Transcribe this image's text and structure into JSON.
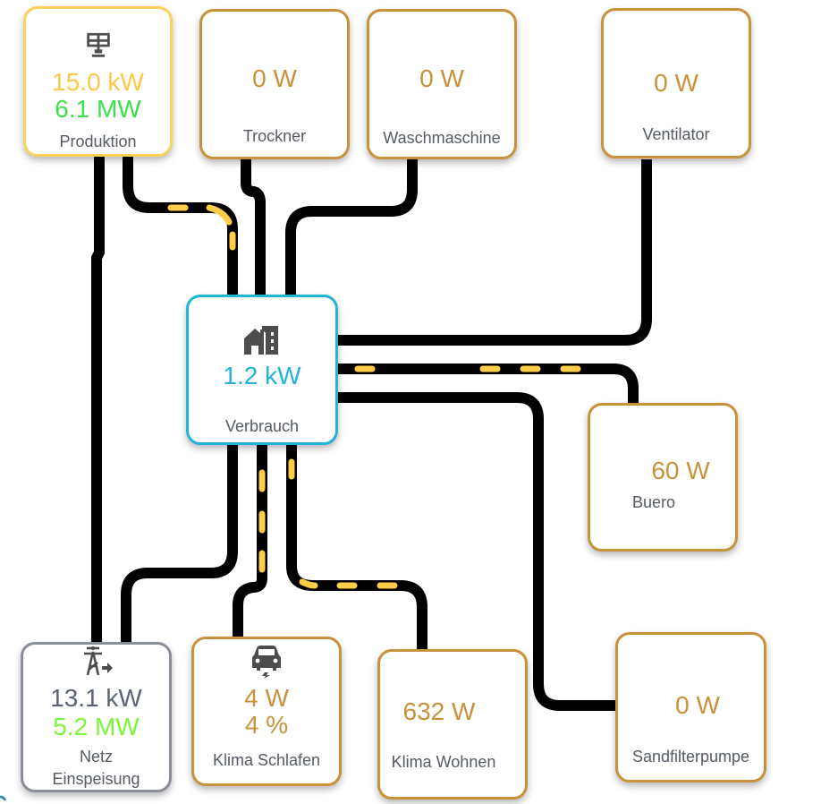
{
  "colors": {
    "line": "#000000",
    "flow_dash": "#ffcd47",
    "consumer_border": "#c8923a",
    "production_border": "#fdd15c",
    "home_border": "#23b2d8",
    "grid_border": "#8a8f99"
  },
  "production": {
    "icon": "solar-panel-icon",
    "power": "15.0 kW",
    "energy": "6.1 MW",
    "label": "Produktion"
  },
  "home": {
    "icon": "home-building-icon",
    "power": "1.2 kW",
    "label": "Verbrauch"
  },
  "grid": {
    "icon": "transmission-tower-export-icon",
    "power": "13.1 kW",
    "energy": "5.2 MW",
    "label_line1": "Netz",
    "label_line2": "Einspeisung"
  },
  "consumers": {
    "trockner": {
      "power": "0 W",
      "label": "Trockner"
    },
    "waschmaschine": {
      "power": "0 W",
      "label": "Waschmaschine"
    },
    "ventilator": {
      "power": "0 W",
      "label": "Ventilator"
    },
    "buero": {
      "power": "60 W",
      "label": "Buero"
    },
    "sandfilterpumpe": {
      "power": "0 W",
      "label": "Sandfilterpumpe"
    },
    "klima_wohnen": {
      "power": "632 W",
      "label": "Klima Wohnen"
    },
    "klima_schlafen": {
      "icon": "car-electric-icon",
      "power": "4 W",
      "soc": "4 %",
      "label": "Klima Schlafen"
    }
  },
  "flows": [
    {
      "from": "production",
      "to": "home",
      "active": true
    },
    {
      "from": "production",
      "to": "grid",
      "active": false
    },
    {
      "from": "home",
      "to": "trockner",
      "active": false
    },
    {
      "from": "home",
      "to": "waschmaschine",
      "active": false
    },
    {
      "from": "home",
      "to": "ventilator",
      "active": false
    },
    {
      "from": "home",
      "to": "buero",
      "active": true
    },
    {
      "from": "home",
      "to": "sandfilterpumpe",
      "active": false
    },
    {
      "from": "home",
      "to": "grid",
      "active": false
    },
    {
      "from": "home",
      "to": "klima_schlafen",
      "active": true
    },
    {
      "from": "home",
      "to": "klima_wohnen",
      "active": true
    }
  ]
}
